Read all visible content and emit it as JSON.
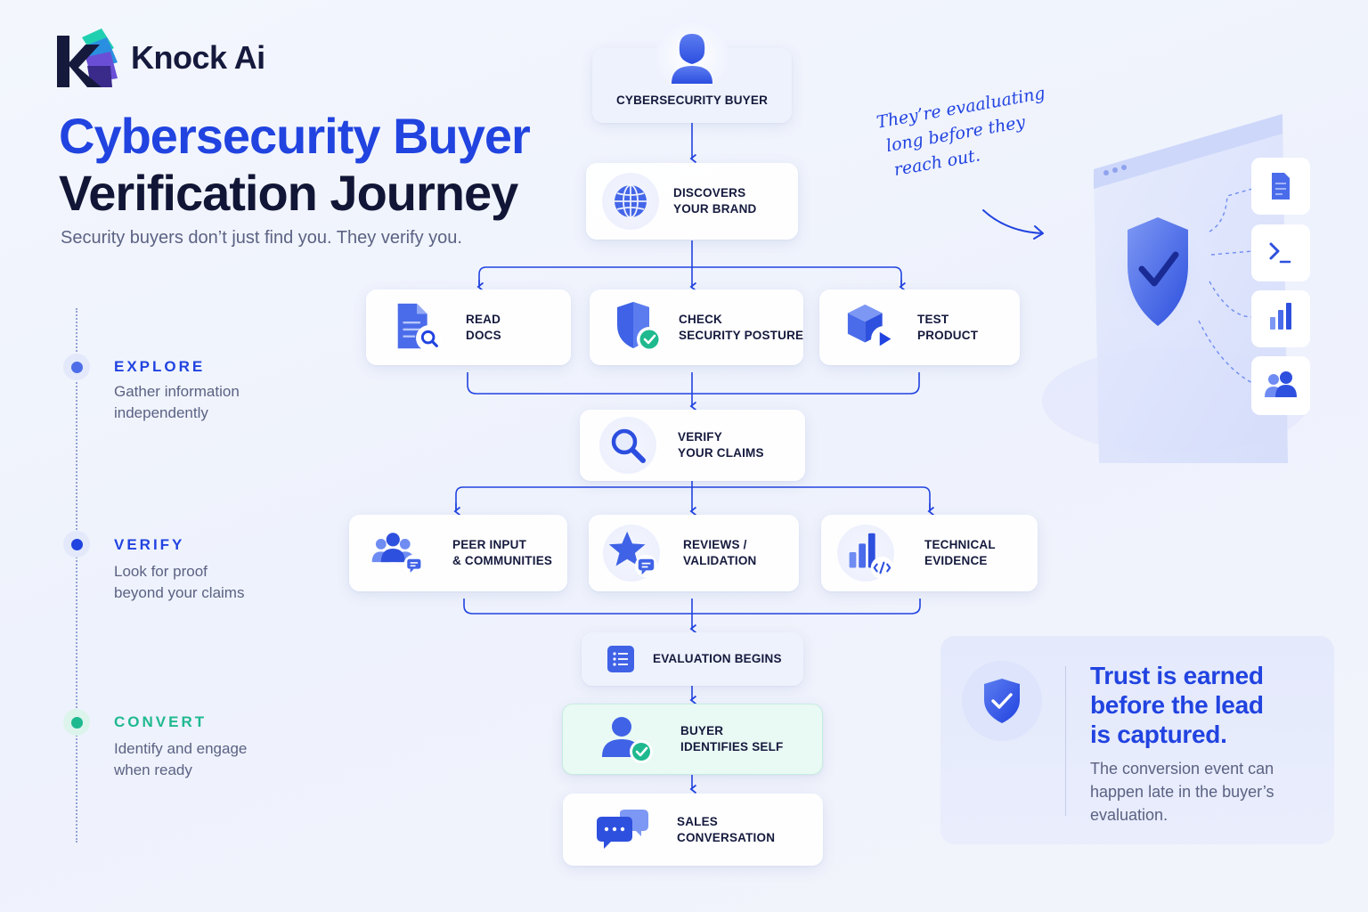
{
  "brand": {
    "name": "Knock Ai"
  },
  "header": {
    "title_line1": "Cybersecurity Buyer",
    "title_line2": "Verification Journey",
    "subtitle": "Security buyers don’t just find you. They verify you."
  },
  "stages": [
    {
      "label": "EXPLORE",
      "desc1": "Gather information",
      "desc2": "independently",
      "color": "#3f63e6"
    },
    {
      "label": "VERIFY",
      "desc1": "Look for proof",
      "desc2": "beyond your claims",
      "color": "#2143e0"
    },
    {
      "label": "CONVERT",
      "desc1": "Identify and engage",
      "desc2": "when ready",
      "color": "#1fb98f"
    }
  ],
  "flow": {
    "buyer": "CYBERSECURITY BUYER",
    "discovers": {
      "l1": "DISCOVERS",
      "l2": "YOUR BRAND"
    },
    "read_docs": {
      "l1": "READ",
      "l2": "DOCS"
    },
    "check_posture": {
      "l1": "CHECK",
      "l2": "SECURITY POSTURE"
    },
    "test_product": {
      "l1": "TEST",
      "l2": "PRODUCT"
    },
    "verify_claims": {
      "l1": "VERIFY",
      "l2": "YOUR CLAIMS"
    },
    "peer_input": {
      "l1": "PEER INPUT",
      "l2": "& COMMUNITIES"
    },
    "reviews": {
      "l1": "REVIEWS /",
      "l2": "VALIDATION"
    },
    "technical": {
      "l1": "TECHNICAL",
      "l2": "EVIDENCE"
    },
    "evaluation": "EVALUATION BEGINS",
    "identifies": {
      "l1": "BUYER",
      "l2": "IDENTIFIES SELF"
    },
    "sales": {
      "l1": "SALES",
      "l2": "CONVERSATION"
    }
  },
  "note": {
    "l1": "They’re evaaluating",
    "l2": "long before they",
    "l3": "reach out."
  },
  "trust": {
    "heading1": "Trust is earned",
    "heading2": "before the lead",
    "heading3": "is captured.",
    "body1": "The conversion event can",
    "body2": "happen late in the buyer’s",
    "body3": "evaluation."
  },
  "colors": {
    "accent": "#2143e0",
    "ink": "#151a3d",
    "success": "#1fb98f",
    "muted": "#5b6283"
  },
  "icons": [
    "knock-logo-icon",
    "user-icon",
    "globe-icon",
    "document-search-icon",
    "shield-check-icon",
    "cube-play-icon",
    "magnifier-icon",
    "users-chat-icon",
    "star-chat-icon",
    "bar-chart-code-icon",
    "list-icon",
    "user-check-icon",
    "chat-bubbles-icon",
    "browser-shield-icon",
    "terminal-icon",
    "file-icon"
  ]
}
